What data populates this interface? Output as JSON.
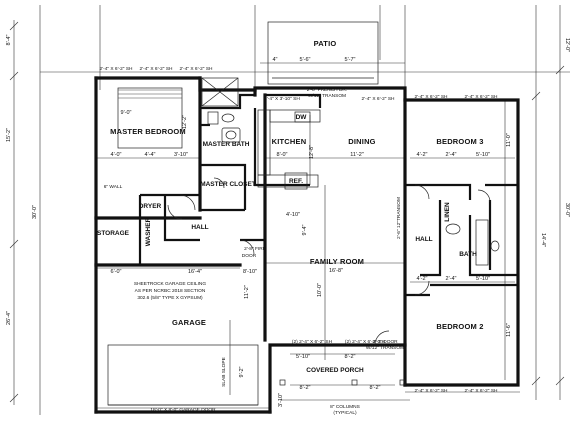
{
  "rooms": {
    "patio": "PATIO",
    "master_bedroom": "MASTER BEDROOM",
    "master_bath": "MASTER BATH",
    "master_closet": "MASTER CLOSET",
    "kitchen": "KITCHEN",
    "dining": "DINING",
    "bedroom3": "BEDROOM 3",
    "bedroom2": "BEDROOM 2",
    "family_room": "FAMILY ROOM",
    "garage": "GARAGE",
    "covered_porch": "COVERED PORCH",
    "storage": "STORAGE",
    "hall_left": "HALL",
    "hall_right": "HALL",
    "bath": "BATH",
    "washer": "WASHER",
    "dryer": "DRYER",
    "linen": "LINEN",
    "ref": "REF.",
    "dw": "DW",
    "door": "DOOR"
  },
  "notes": {
    "garage_ceiling_1": "SHEETROCK GARAGE CEILING",
    "garage_ceiling_2": "AS PER NCRBC 2018 SECTION",
    "garage_ceiling_3": "302.6 (5/8\" TYPE X GYPSUM)",
    "garage_door": "18'-0\" X 8'-0\" GARAGE DOOR",
    "slab_slope": "SLAB SLOPE",
    "columns_1": "8\" COLUMNS",
    "columns_2": "(TYPICAL)",
    "french_dr_1": "2'-8\" FRENCH DR.",
    "french_dr_2": "W/12\" TRANSOM",
    "front_door_1": "3'-0\" DOOR",
    "front_door_2": "W/12\" TRANSOM",
    "fire_door": "2'-8\" FIRE",
    "transom_v": "2'-6\" 12\"TRANSOM",
    "six_wall": "6\" WALL"
  },
  "dims": {
    "left_top": "8'-4\"",
    "left_upper": "15'-2\"",
    "left_mid": "30'-0\"",
    "left_lower": "26'-4\"",
    "right_top": "12'-0\"",
    "right_mid": "30'-0\"",
    "right_low": "14'-4\"",
    "patio_a": "5'-6\"",
    "patio_b": "5'-7\"",
    "patio_c": "4\"",
    "win_tl1": "2'-4\" X 6'-2\" SH",
    "win_tl2": "2'-4\" X 6'-2\" SH",
    "win_tl3": "2'-4\" X 6'-2\" SH",
    "win_kitchen": "2'-4\" X 3'-10\" SH",
    "win_dining": "2'-4\" X 6'-2\" SH",
    "win_bed3a": "2'-4\" X 6'-2\" SH",
    "win_bed3b": "2'-4\" X 6'-2\" SH",
    "win_bed2a": "2'-4\" X 6'-2\" SH",
    "win_bed2b": "2'-4\" X 6'-2\" SH",
    "win_front1": "(2) 2'-4\" X 6'-2\" SH",
    "win_front2": "(2) 2'-4\" X 6'-2\" SH",
    "mb_a": "9'-0\"",
    "mb_b": "4'-0\"",
    "mb_c": "4'-4\"",
    "mb_d": "3'-10\"",
    "mb_e": "12'-2\"",
    "k_a": "8'-0\"",
    "k_b": "12'-8\"",
    "d_a": "11'-2\"",
    "d_b": "4'-10\"",
    "b3_a": "4'-2\"",
    "b3_b": "2'-4\"",
    "b3_c": "5'-10\"",
    "b3_d": "11'-0\"",
    "b2_a": "4'-2\"",
    "b2_b": "2'-4\"",
    "b2_c": "5'-10\"",
    "b2_d": "11'-6\"",
    "fr_a": "16'-8\"",
    "fr_b": "10'-0\"",
    "fr_c": "9'-4\"",
    "g_a": "6'-0\"",
    "g_b": "16'-4\"",
    "g_c": "8'-10\"",
    "g_d": "11'-2\"",
    "g_e": "9'-2\"",
    "p_a": "5'-10\"",
    "p_b": "8'-2\"",
    "p_c": "8'-2\"",
    "p_d": "3'-10\"",
    "p_e": "8'-2\""
  }
}
